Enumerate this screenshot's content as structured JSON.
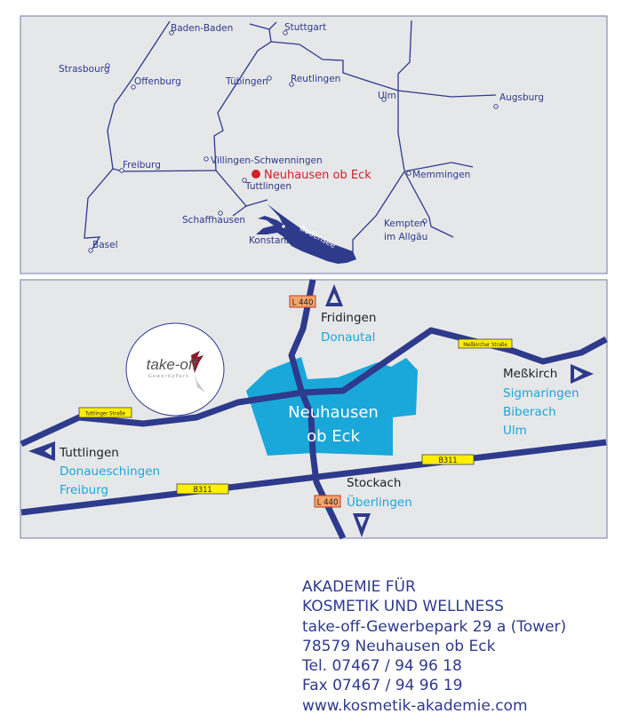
{
  "colors": {
    "background": "#e6e7e9",
    "road": "#2e3a8c",
    "town": "#1aa7d9",
    "highlight": "#d0202e",
    "sign_yellow": "#ffef00",
    "sign_orange": "#f6a56b"
  },
  "overview_map": {
    "cities": [
      "Baden-Baden",
      "Stuttgart",
      "Strasbourg",
      "Offenburg",
      "Tübingen",
      "Reutlingen",
      "Ulm",
      "Augsburg",
      "Villingen-Schwenningen",
      "Freiburg",
      "Tuttlingen",
      "Memmingen",
      "Schaffhausen",
      "Konstanz",
      "Kempten",
      "im Allgäu",
      "Basel"
    ],
    "highlight": "Neuhausen ob Eck",
    "lake": "Bodensee"
  },
  "detail_map": {
    "town_line1": "Neuhausen",
    "town_line2": "ob Eck",
    "north": {
      "primary": "Fridingen",
      "secondary": "Donautal"
    },
    "east": {
      "primary": "Meßkirch",
      "secondary": [
        "Sigmaringen",
        "Biberach",
        "Ulm"
      ]
    },
    "west": {
      "primary": "Tuttlingen",
      "secondary": [
        "Donaueschingen",
        "Freiburg"
      ]
    },
    "south": {
      "primary": "Stockach",
      "secondary": "Überlingen"
    },
    "signs": {
      "l440": "L 440",
      "b311": "B311",
      "messkircher": "Meßkircher Straße",
      "tuttlinger": "Tuttlinger Straße"
    },
    "logo": {
      "name": "take-off",
      "sub": "GewerbePark"
    }
  },
  "address": {
    "lines": [
      "AKADEMIE FÜR",
      "KOSMETIK UND WELLNESS",
      "take-off-Gewerbepark 29 a (Tower)",
      "78579 Neuhausen ob Eck",
      "Tel. 07467 / 94 96 18",
      "Fax 07467 / 94 96 19",
      "www.kosmetik-akademie.com"
    ]
  }
}
